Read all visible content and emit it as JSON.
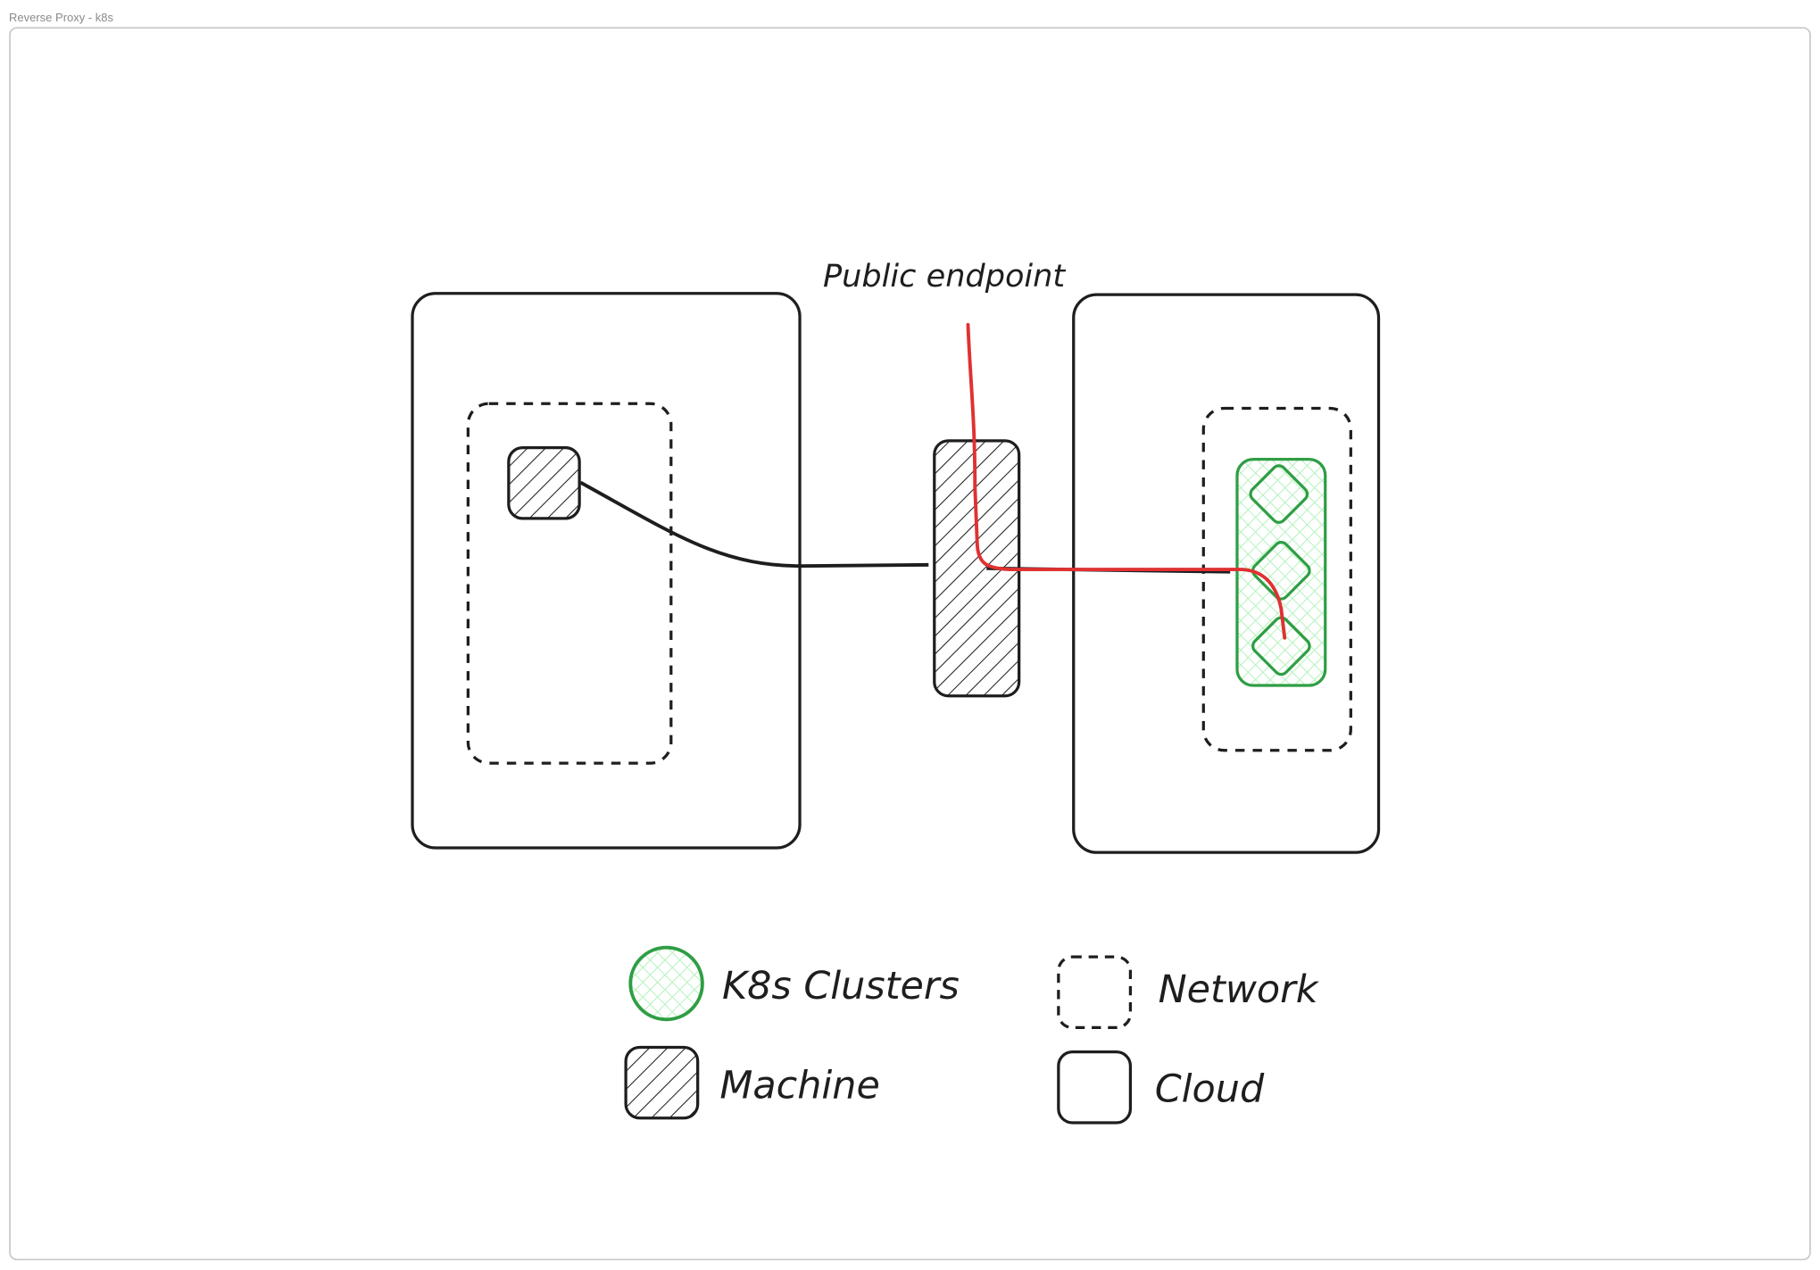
{
  "window": {
    "title": "Reverse Proxy - k8s"
  },
  "diagram": {
    "label_public_endpoint": "Public endpoint",
    "legend": [
      {
        "label": "K8s Clusters",
        "icon": "k8s-cluster-icon"
      },
      {
        "label": "Network",
        "icon": "network-icon"
      },
      {
        "label": "Machine",
        "icon": "machine-icon"
      },
      {
        "label": "Cloud",
        "icon": "cloud-icon"
      }
    ],
    "colors": {
      "stroke": "#1e1e1e",
      "cluster": "#2f9e44",
      "cluster_fill": "#b2f2bb",
      "route": "#e03131",
      "frame": "#c8c8c8"
    }
  }
}
